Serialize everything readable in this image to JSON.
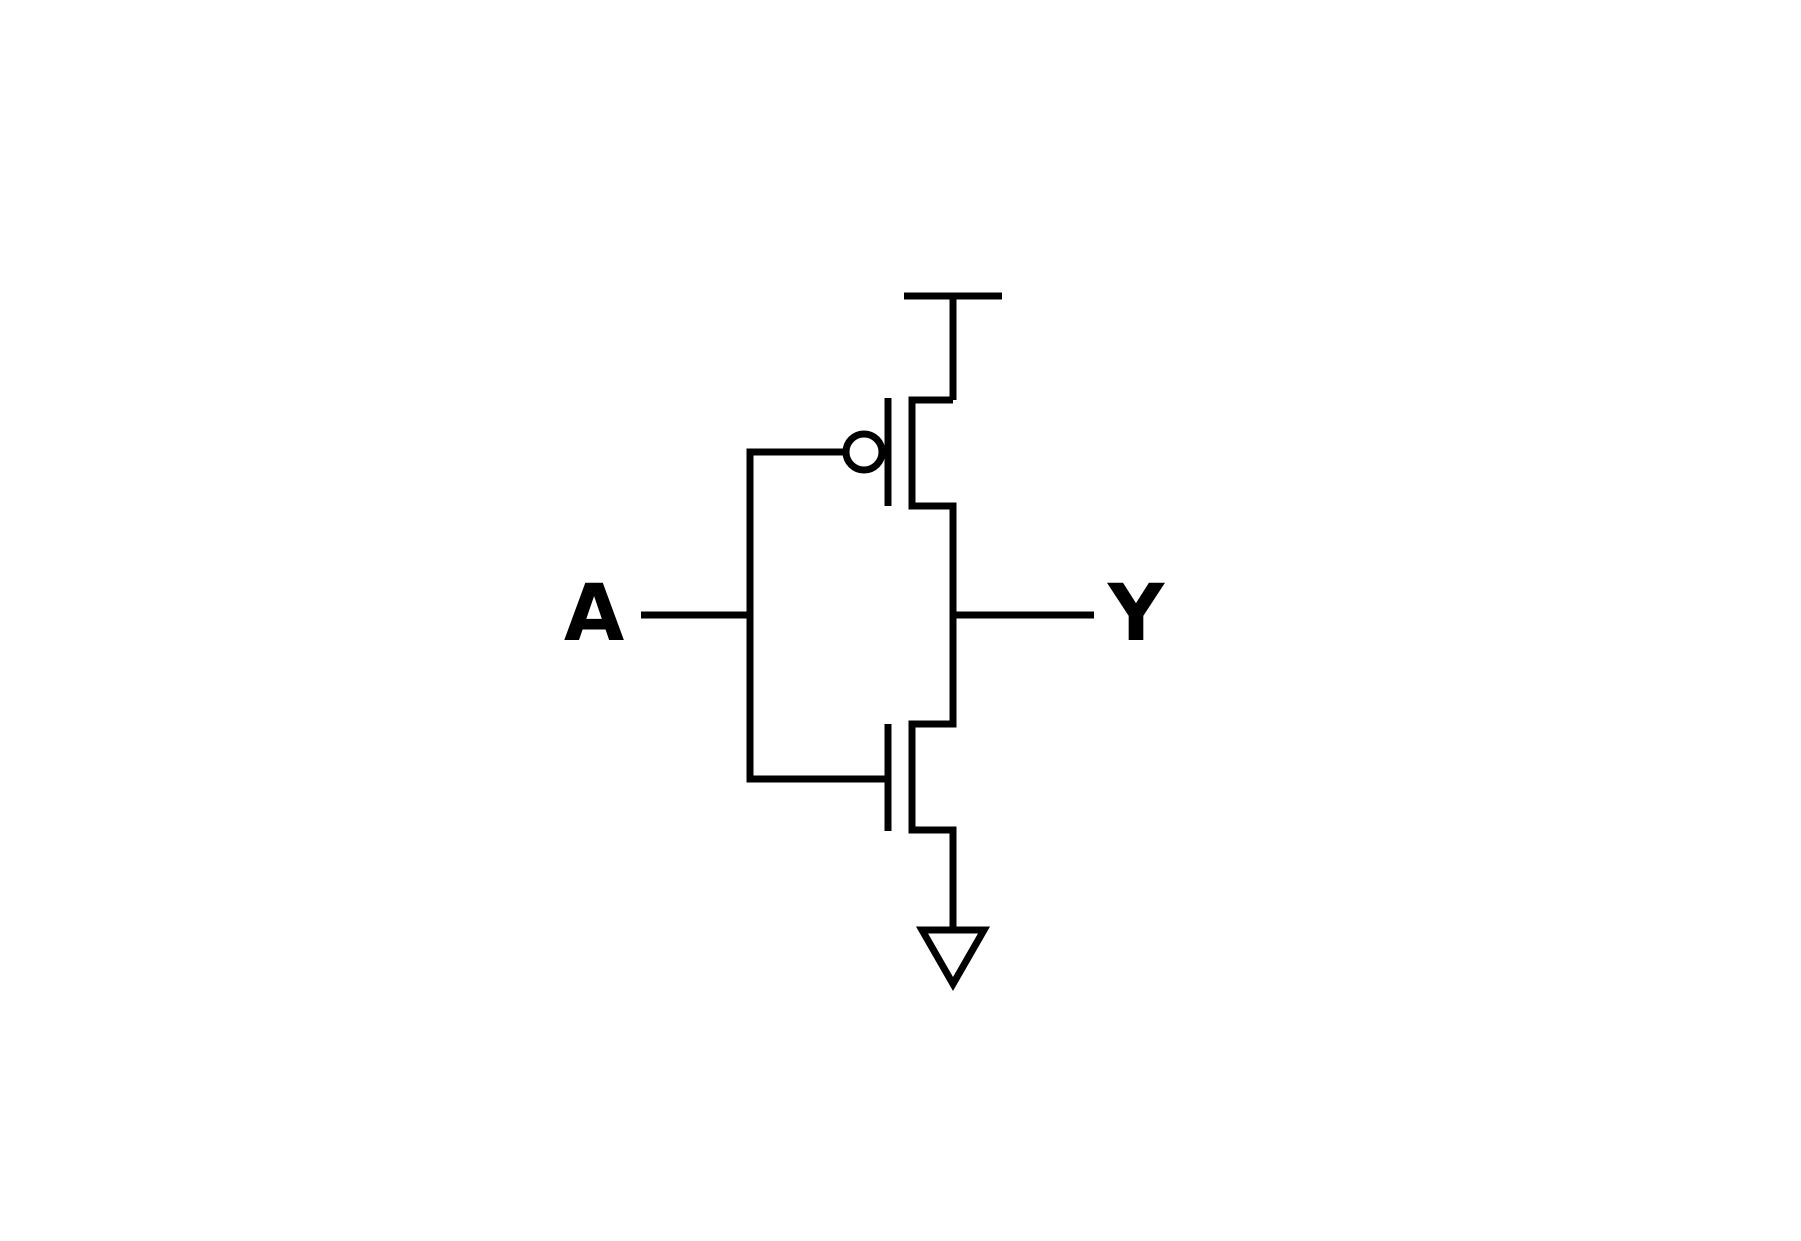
{
  "diagram": {
    "type": "CMOS inverter schematic",
    "stroke_color": "#000000",
    "background_color": "#ffffff",
    "labels": {
      "input": "A",
      "output": "Y"
    },
    "components": [
      "vdd-rail",
      "pmos-transistor",
      "nmos-transistor",
      "ground-symbol"
    ]
  }
}
